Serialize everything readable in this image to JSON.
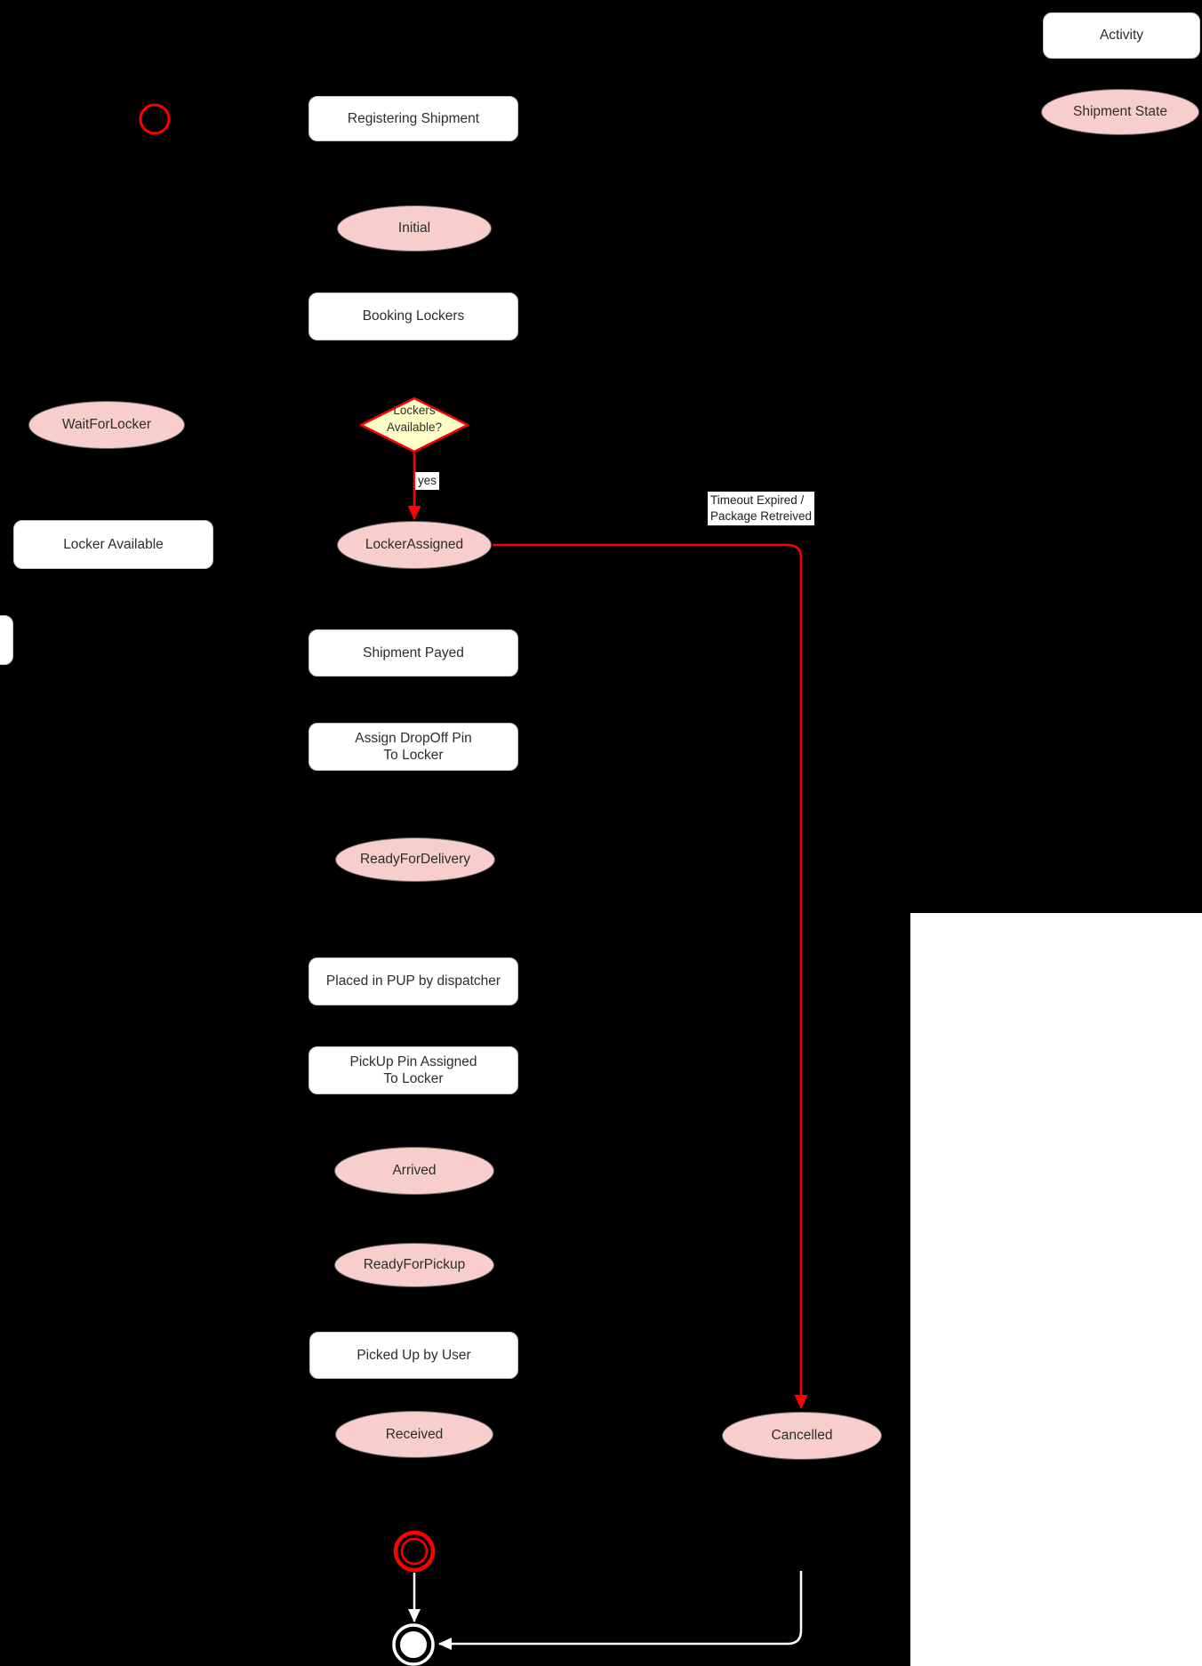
{
  "legend": {
    "activity": "Activity",
    "shipment_state": "Shipment State"
  },
  "activities": {
    "registering_shipment": "Registering Shipment",
    "booking_lockers": "Booking Lockers",
    "locker_available": "Locker Available",
    "shipment_payed": "Shipment Payed",
    "assign_dropoff_pin": "Assign DropOff Pin\nTo Locker",
    "placed_in_pup": "Placed in PUP by dispatcher",
    "pickup_pin_assigned": "PickUp Pin Assigned\nTo Locker",
    "picked_up_by_user": "Picked Up by User"
  },
  "states": {
    "initial": "Initial",
    "wait_for_locker": "WaitForLocker",
    "locker_assigned": "LockerAssigned",
    "ready_for_delivery": "ReadyForDelivery",
    "arrived": "Arrived",
    "ready_for_pickup": "ReadyForPickup",
    "received": "Received",
    "cancelled": "Cancelled"
  },
  "decision": {
    "lockers_available": "Lockers\nAvailable?"
  },
  "edge_labels": {
    "yes": "yes",
    "timeout": "Timeout Expired /\nPackage Retreived"
  },
  "colors": {
    "state_fill": "#f8cecc",
    "decision_fill": "#ffffc8",
    "accent_red": "#ff0000",
    "canvas_background": "#000000",
    "page_background": "#ffffff"
  }
}
